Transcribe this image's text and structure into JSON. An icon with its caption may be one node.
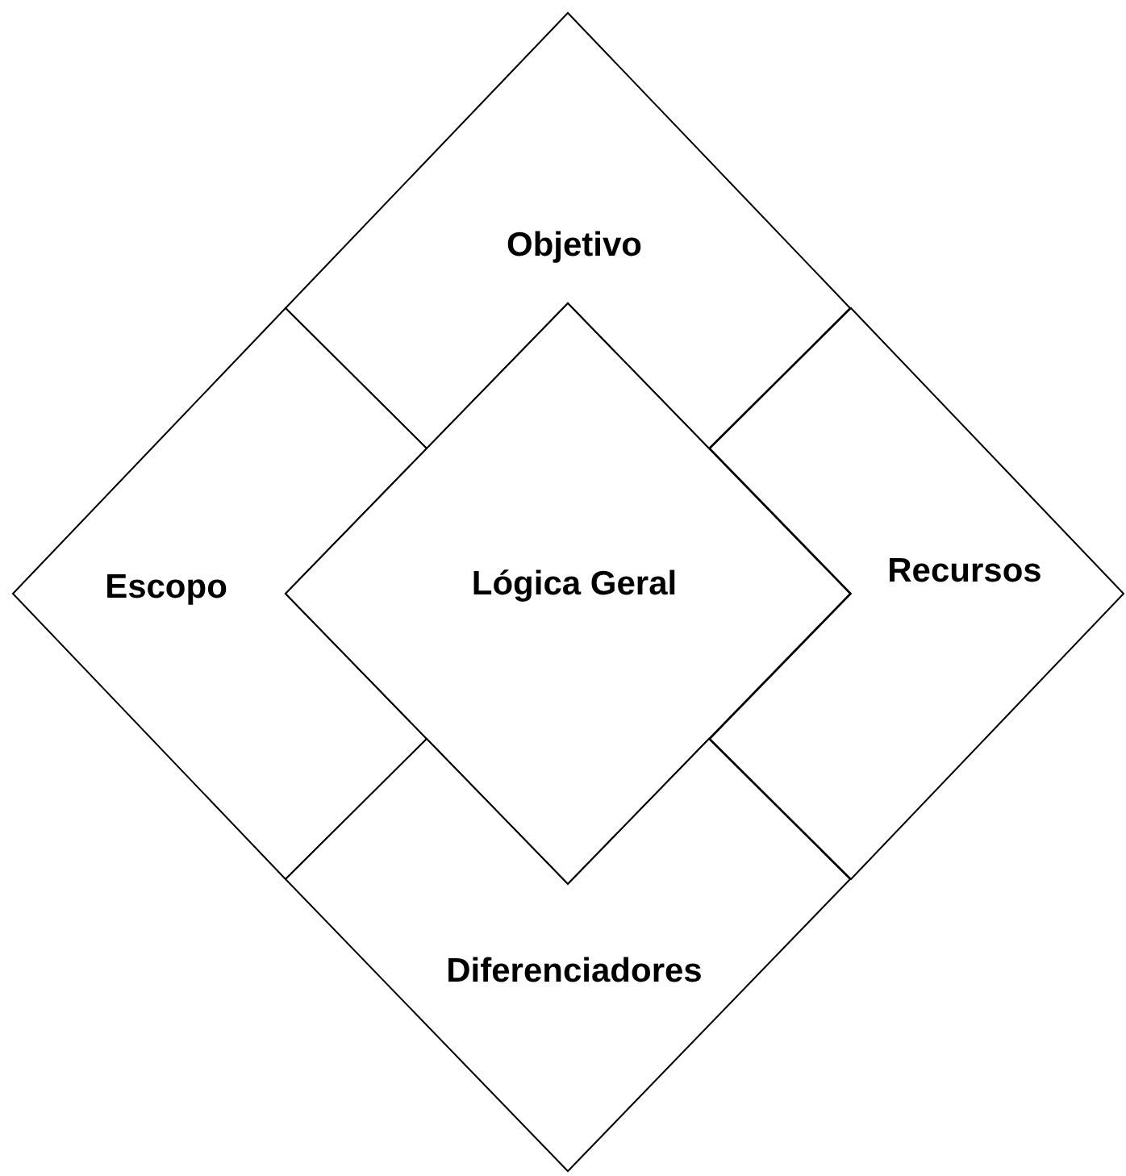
{
  "diagram": {
    "nodes": [
      {
        "text": [
          "Objetivo"
        ]
      },
      {
        "text": [
          "Escopo"
        ]
      },
      {
        "text": [
          "Lógica Geral"
        ]
      },
      {
        "text": [
          "Recursos"
        ]
      },
      {
        "text": [
          "Diferenciadores"
        ]
      }
    ]
  }
}
